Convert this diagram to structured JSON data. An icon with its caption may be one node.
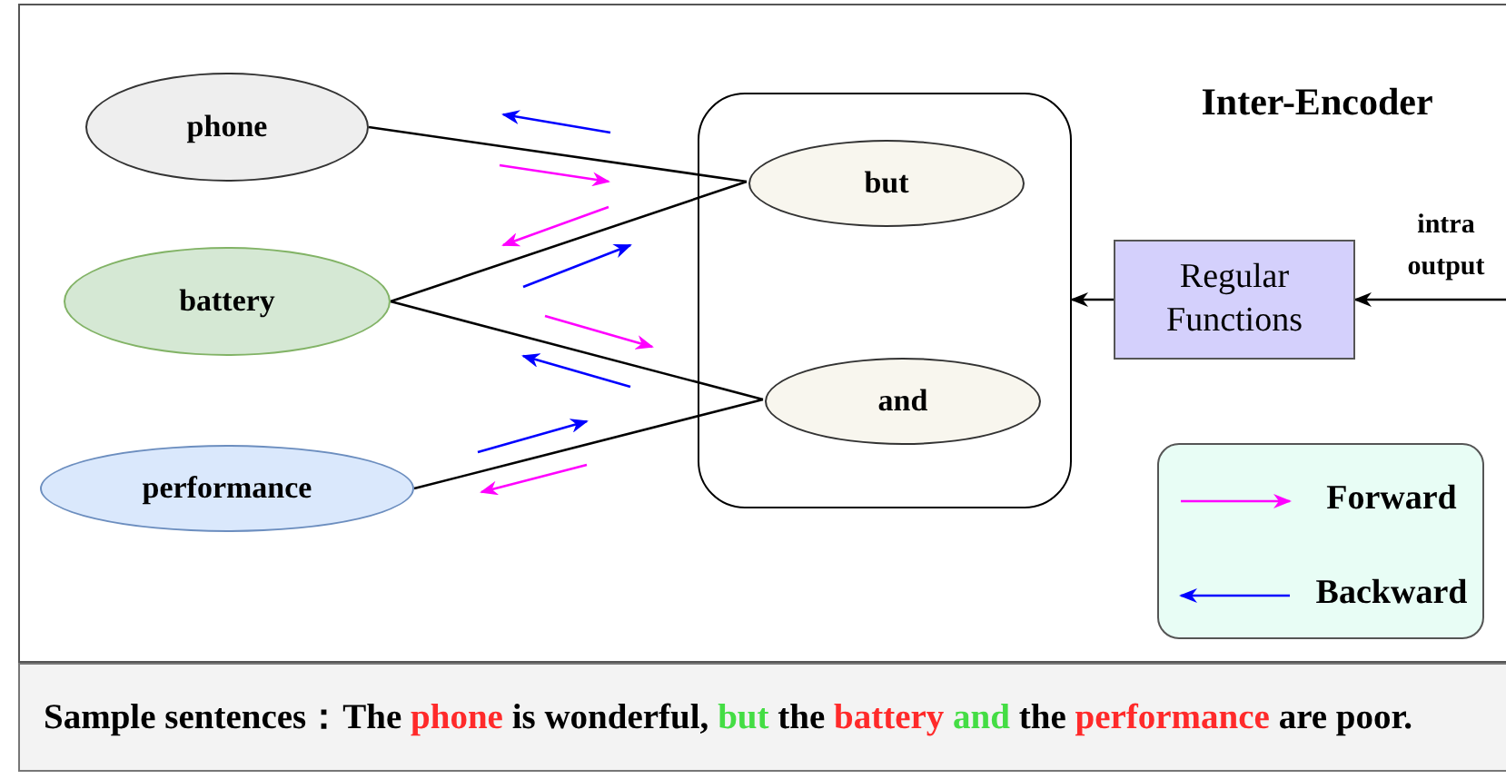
{
  "diagram": {
    "title": "Inter-Encoder",
    "caption": "Sample sentences：The phone is wonderful, but the battery and the performance are poor.",
    "nodes": [
      {
        "text": [
          "phone"
        ]
      },
      {
        "text": [
          "battery"
        ]
      },
      {
        "text": [
          "performance"
        ]
      },
      {
        "text": [],
        "shape": "box"
      },
      {
        "text": [
          "but"
        ],
        "in": 3
      },
      {
        "text": [
          "and"
        ],
        "in": 3
      },
      {
        "text": [
          "Regular Functions"
        ]
      }
    ],
    "edges": [
      {
        "from": 0,
        "to": 4,
        "arrow": "none"
      },
      {
        "from": 1,
        "to": 4,
        "arrow": "none"
      },
      {
        "from": 1,
        "to": 5,
        "arrow": "none"
      },
      {
        "from": 2,
        "to": 5,
        "arrow": "none"
      },
      {
        "from": 6,
        "to": 3,
        "arrow": "to"
      },
      {
        "from": null,
        "to": 6,
        "arrow": "to",
        "label": "intra output"
      }
    ],
    "legend": [
      {
        "text": "Forward"
      },
      {
        "text": "Backward"
      }
    ]
  }
}
